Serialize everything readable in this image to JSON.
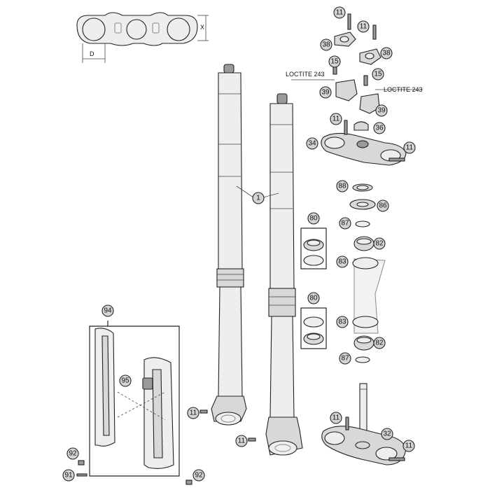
{
  "callouts": {
    "c11a": "11",
    "c11b": "11",
    "c38a": "38",
    "c38b": "38",
    "c15a": "15",
    "c15b": "15",
    "c39a": "39",
    "c39b": "39",
    "c11c": "11",
    "c36": "36",
    "c34": "34",
    "c11d": "11",
    "c1": "1",
    "c88": "88",
    "c86": "86",
    "c80a": "80",
    "c87a": "87",
    "c82a": "82",
    "c83a": "83",
    "c80b": "80",
    "c83b": "83",
    "c82b": "82",
    "c87b": "87",
    "c94": "94",
    "c95": "95",
    "c11e": "11",
    "c11f": "11",
    "c11g": "11",
    "c11h": "11",
    "c32": "32",
    "c92a": "92",
    "c91": "91",
    "c92b": "92"
  },
  "labels": {
    "loctite_left": "LOCTITE 243",
    "loctite_right": "LOCTITE 243",
    "dim_x": "X",
    "dim_d": "D"
  }
}
